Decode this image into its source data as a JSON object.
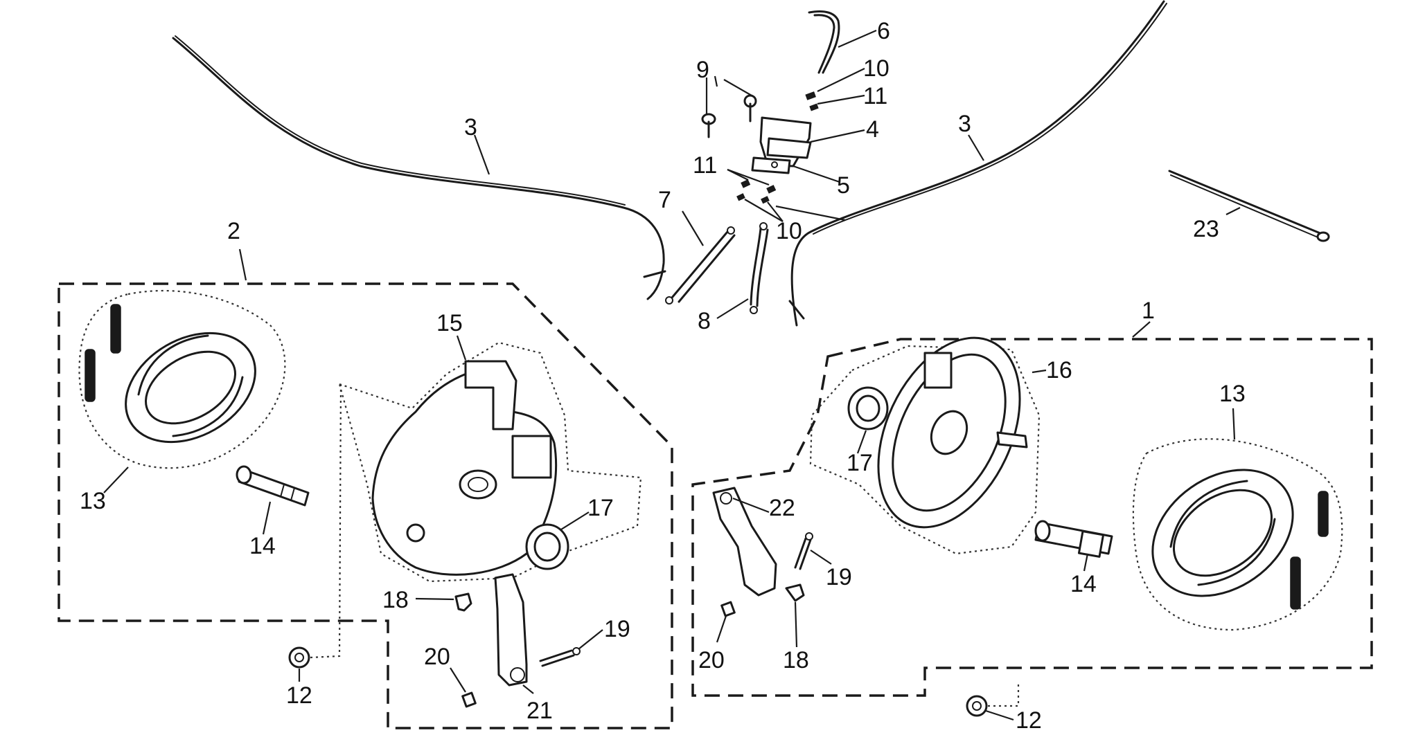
{
  "diagram": {
    "callouts": [
      {
        "id": "c1",
        "text": "1"
      },
      {
        "id": "c2",
        "text": "2"
      },
      {
        "id": "c3a",
        "text": "3"
      },
      {
        "id": "c3b",
        "text": "3"
      },
      {
        "id": "c4",
        "text": "4"
      },
      {
        "id": "c5",
        "text": "5"
      },
      {
        "id": "c6",
        "text": "6"
      },
      {
        "id": "c7",
        "text": "7"
      },
      {
        "id": "c8",
        "text": "8"
      },
      {
        "id": "c9",
        "text": "9"
      },
      {
        "id": "c10a",
        "text": "10"
      },
      {
        "id": "c10b",
        "text": "10"
      },
      {
        "id": "c11a",
        "text": "11"
      },
      {
        "id": "c11b",
        "text": "11"
      },
      {
        "id": "c12a",
        "text": "12"
      },
      {
        "id": "c12b",
        "text": "12"
      },
      {
        "id": "c13a",
        "text": "13"
      },
      {
        "id": "c13b",
        "text": "13"
      },
      {
        "id": "c14a",
        "text": "14"
      },
      {
        "id": "c14b",
        "text": "14"
      },
      {
        "id": "c15",
        "text": "15"
      },
      {
        "id": "c16",
        "text": "16"
      },
      {
        "id": "c17a",
        "text": "17"
      },
      {
        "id": "c17b",
        "text": "17"
      },
      {
        "id": "c18a",
        "text": "18"
      },
      {
        "id": "c18b",
        "text": "18"
      },
      {
        "id": "c19a",
        "text": "19"
      },
      {
        "id": "c19b",
        "text": "19"
      },
      {
        "id": "c20a",
        "text": "20"
      },
      {
        "id": "c20b",
        "text": "20"
      },
      {
        "id": "c21",
        "text": "21"
      },
      {
        "id": "c22",
        "text": "22"
      },
      {
        "id": "c23",
        "text": "23"
      }
    ]
  }
}
